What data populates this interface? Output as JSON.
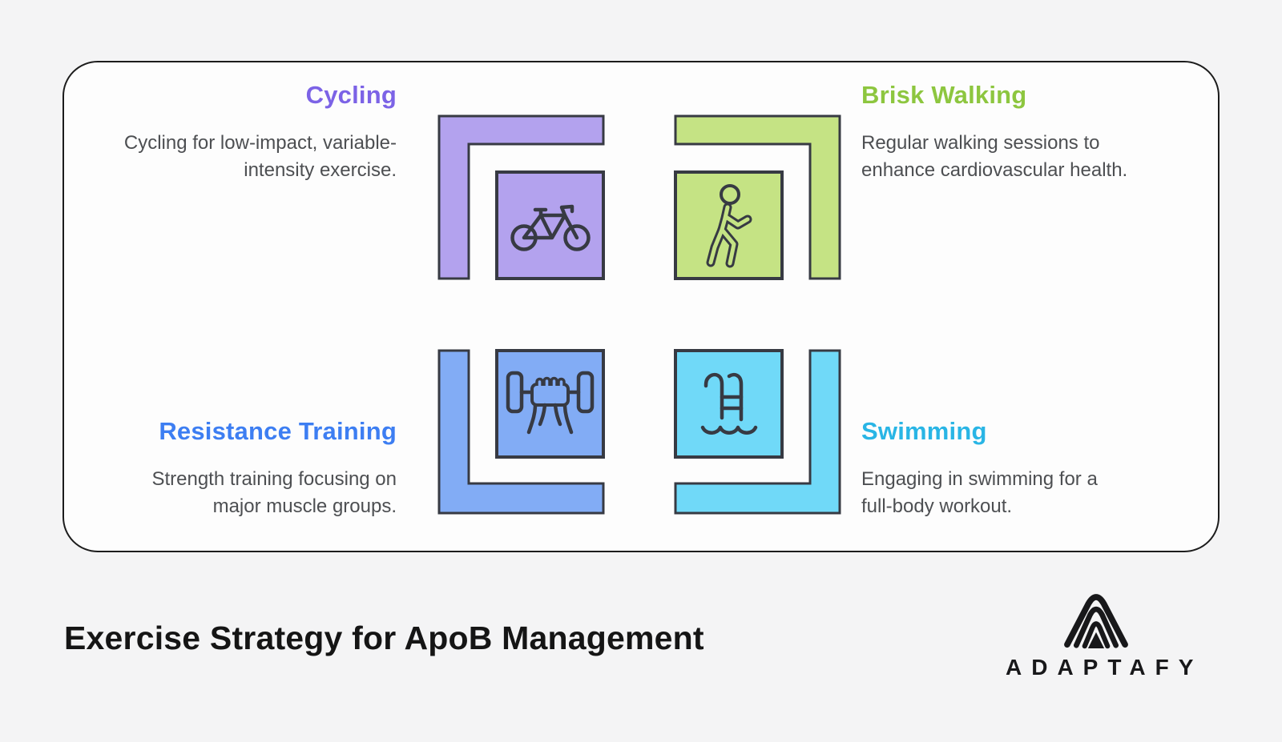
{
  "colors": {
    "page_bg": "#f4f4f5",
    "card_bg": "#fdfdfd",
    "card_border": "#1c1c1c",
    "outline": "#373a43",
    "text": "#4d4f52",
    "heading": "#151515",
    "brand": "#18181a",
    "cycling_fill": "#b3a2ee",
    "cycling_title": "#7c63e6",
    "walking_fill": "#c5e384",
    "walking_title": "#8dc63f",
    "resistance_fill": "#82acf5",
    "resistance_title": "#3d7ef2",
    "swimming_fill": "#70d9f8",
    "swimming_title": "#29b5e5"
  },
  "quadrants": [
    {
      "title": "Cycling",
      "description": "Cycling for low-impact, variable-\nintensity exercise.",
      "icon": "bicycle-icon"
    },
    {
      "title": "Brisk Walking",
      "description": "Regular walking sessions to\nenhance cardiovascular health.",
      "icon": "walking-person-icon"
    },
    {
      "title": "Resistance Training",
      "description": "Strength training focusing on\nmajor muscle groups.",
      "icon": "dumbbell-grip-icon"
    },
    {
      "title": "Swimming",
      "description": "Engaging in swimming for a\nfull-body workout.",
      "icon": "pool-ladder-icon"
    }
  ],
  "footer": {
    "heading": "Exercise Strategy for ApoB Management",
    "brand": "ADAPTAFY"
  }
}
